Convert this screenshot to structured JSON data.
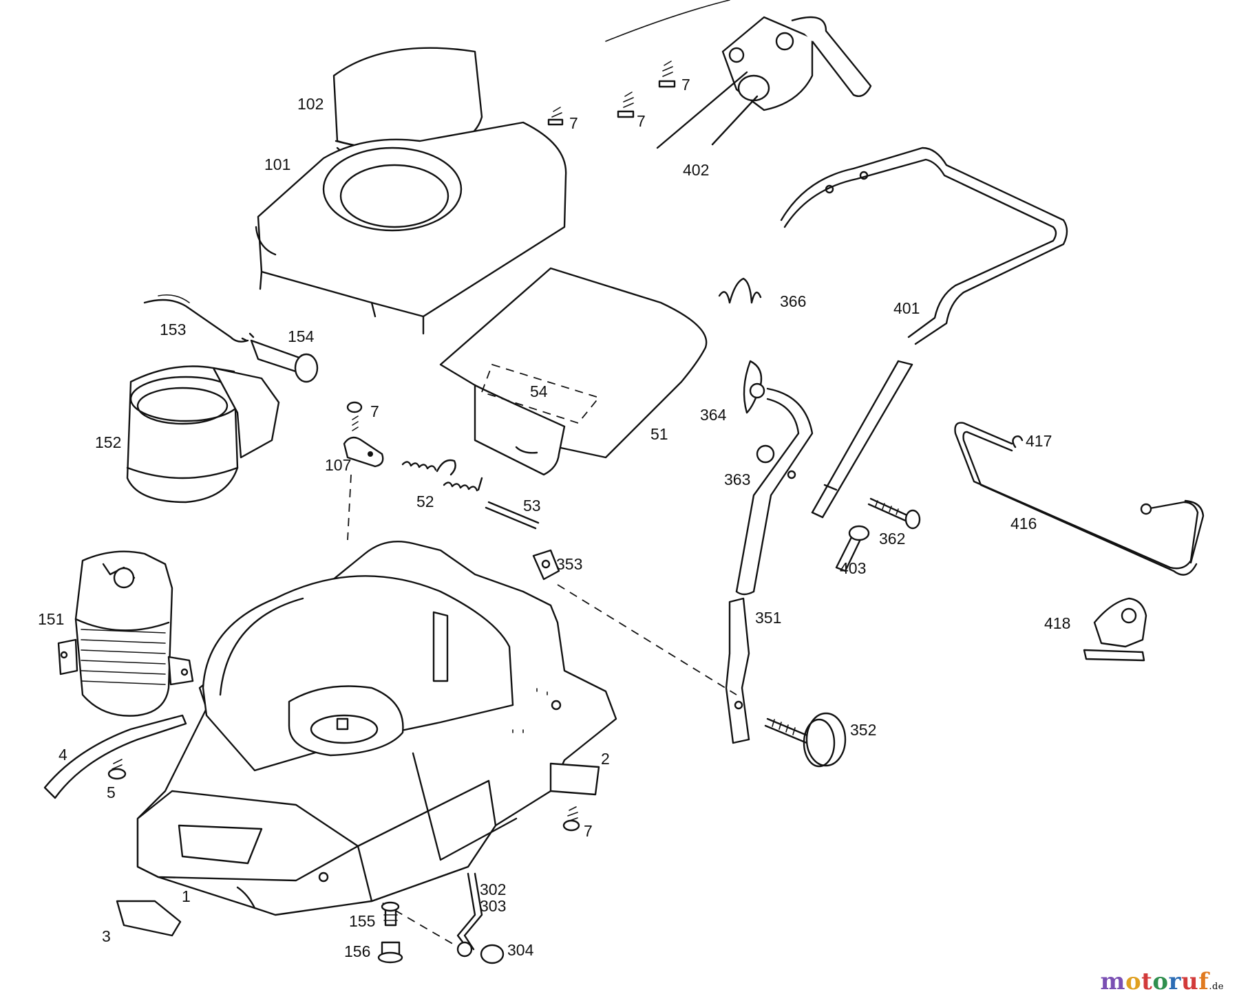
{
  "diagram": {
    "part_labels": [
      {
        "id": "l-102",
        "text": "102"
      },
      {
        "id": "l-101",
        "text": "101"
      },
      {
        "id": "l-7a",
        "text": "7"
      },
      {
        "id": "l-7b",
        "text": "7"
      },
      {
        "id": "l-7c",
        "text": "7"
      },
      {
        "id": "l-402",
        "text": "402"
      },
      {
        "id": "l-366",
        "text": "366"
      },
      {
        "id": "l-401",
        "text": "401"
      },
      {
        "id": "l-153",
        "text": "153"
      },
      {
        "id": "l-154",
        "text": "154"
      },
      {
        "id": "l-54",
        "text": "54"
      },
      {
        "id": "l-51",
        "text": "51"
      },
      {
        "id": "l-7d",
        "text": "7"
      },
      {
        "id": "l-364",
        "text": "364"
      },
      {
        "id": "l-152",
        "text": "152"
      },
      {
        "id": "l-107",
        "text": "107"
      },
      {
        "id": "l-417",
        "text": "417"
      },
      {
        "id": "l-52",
        "text": "52"
      },
      {
        "id": "l-53",
        "text": "53"
      },
      {
        "id": "l-363",
        "text": "363"
      },
      {
        "id": "l-416",
        "text": "416"
      },
      {
        "id": "l-362",
        "text": "362"
      },
      {
        "id": "l-353",
        "text": "353"
      },
      {
        "id": "l-403",
        "text": "403"
      },
      {
        "id": "l-151",
        "text": "151"
      },
      {
        "id": "l-351",
        "text": "351"
      },
      {
        "id": "l-418",
        "text": "418"
      },
      {
        "id": "l-352",
        "text": "352"
      },
      {
        "id": "l-4",
        "text": "4"
      },
      {
        "id": "l-2",
        "text": "2"
      },
      {
        "id": "l-5",
        "text": "5"
      },
      {
        "id": "l-7e",
        "text": "7"
      },
      {
        "id": "l-302",
        "text": "302"
      },
      {
        "id": "l-303",
        "text": "303"
      },
      {
        "id": "l-1",
        "text": "1"
      },
      {
        "id": "l-155",
        "text": "155"
      },
      {
        "id": "l-3",
        "text": "3"
      },
      {
        "id": "l-304",
        "text": "304"
      },
      {
        "id": "l-156",
        "text": "156"
      }
    ]
  },
  "watermark": {
    "letters": [
      "m",
      "o",
      "t",
      "o",
      "r",
      "u",
      "f"
    ],
    "letter_colors": [
      "#7a4fb3",
      "#e0a020",
      "#d23a3a",
      "#2f8f4e",
      "#2c6db5",
      "#d23a3a",
      "#e07a20"
    ],
    "suffix": ".de"
  }
}
